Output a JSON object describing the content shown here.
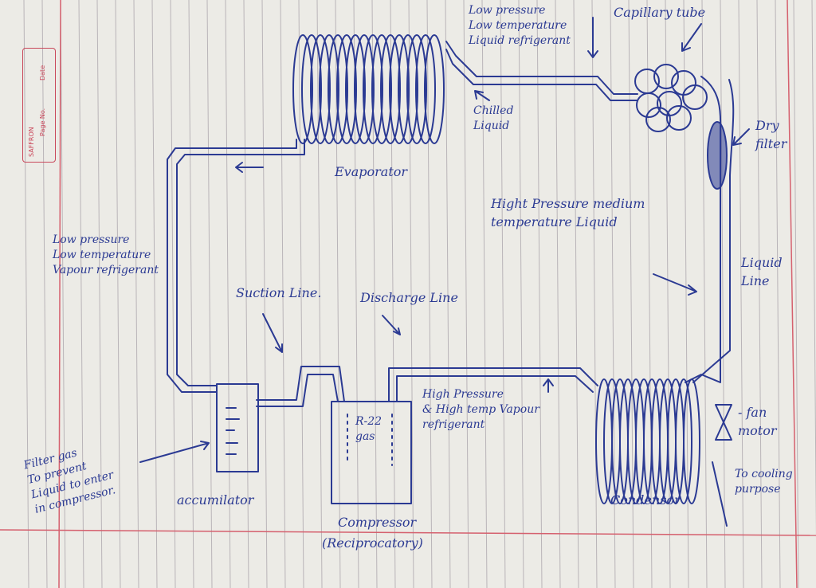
{
  "colors": {
    "ink": "#2b3a93",
    "paper": "#ecebe6",
    "rule_line": "#b9b4b8",
    "margin_line": "#d5606e"
  },
  "stamp": {
    "brand": "SAFFRON",
    "page_label": "Page No.",
    "date_label": "Date"
  },
  "labels": {
    "low_pressure_liquid": "Low pressure\nLow temperature\nLiquid refrigerant",
    "capillary": "Capillary tube",
    "chilled": "Chilled\nLiquid",
    "dry_filter": "Dry\nfilter",
    "evaporator": "Evaporator",
    "high_pressure_liquid": "Hight Pressure medium\ntemperature Liquid",
    "liquid_line": "Liquid\nLine",
    "low_pressure_vapour": "Low pressure\nLow temperature\nVapour refrigerant",
    "suction": "Suction Line.",
    "discharge": "Discharge Line",
    "high_pressure_vapour": "High Pressure\n& High temp Vapour\nrefrigerant",
    "fan": "- fan\nmotor",
    "cooling": "To cooling\npurpose",
    "filter_gas": "Filter gas\nTo prevent\nLiquid to enter\nin compressor.",
    "accumulator": "accumilator",
    "compressor": "Compressor",
    "reciprocatory": "(Reciprocatory)",
    "r22": "R-22\ngas",
    "condenser": "Condensor"
  }
}
